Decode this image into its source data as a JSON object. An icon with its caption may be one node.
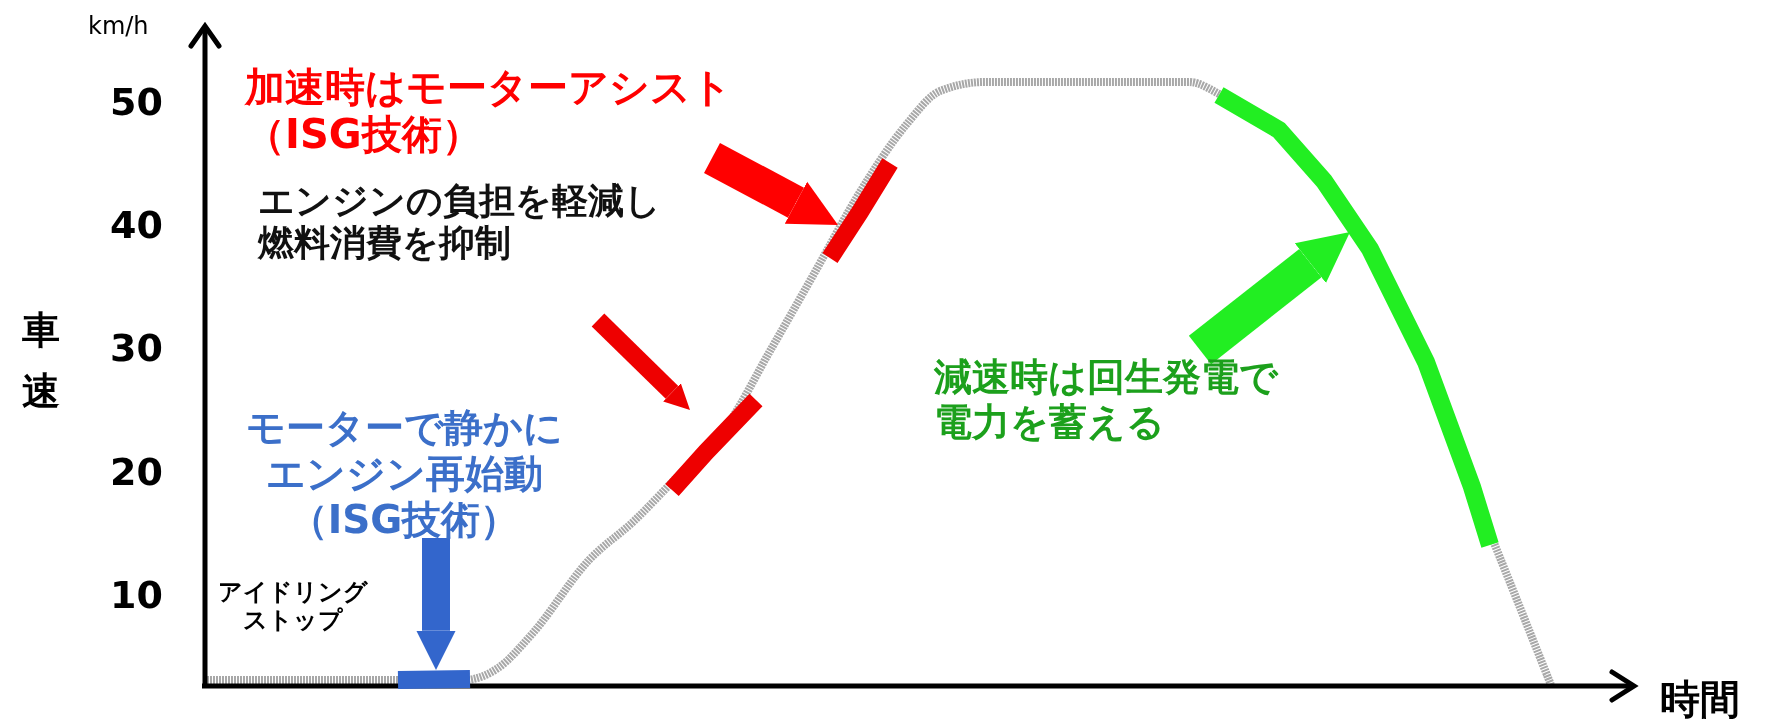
{
  "diagram": {
    "nodes": [
      {
        "text": [
          "加速時はモーターアシスト（ISG技術）"
        ]
      },
      {
        "text": [
          "エンジンの負担を軽減し燃料消費を抑制"
        ]
      },
      {
        "text": [
          "モーターで静かにエンジン再始動（ISG技術）"
        ]
      },
      {
        "text": [
          "アイドリングストップ"
        ]
      },
      {
        "text": [
          "減速時は回生発電で電力を蓄える"
        ]
      },
      {
        "text": [],
        "shape": "bar"
      },
      {
        "text": [],
        "shape": "bar"
      },
      {
        "text": [],
        "shape": "bar"
      },
      {
        "text": [],
        "shape": "bar"
      }
    ],
    "edges": [
      {
        "from": 0,
        "to": 7,
        "arrow": "to",
        "color": "#ff0000"
      },
      {
        "from": 1,
        "to": 6,
        "arrow": "to",
        "color": "#ee0000"
      },
      {
        "from": 2,
        "to": 5,
        "arrow": "to",
        "color": "#3366cc"
      },
      {
        "from": 4,
        "to": 8,
        "arrow": "to",
        "color": "#22ee22"
      }
    ],
    "labels": [
      "km/h",
      "50",
      "40",
      "30",
      "20",
      "10",
      "車速",
      "時間"
    ]
  }
}
